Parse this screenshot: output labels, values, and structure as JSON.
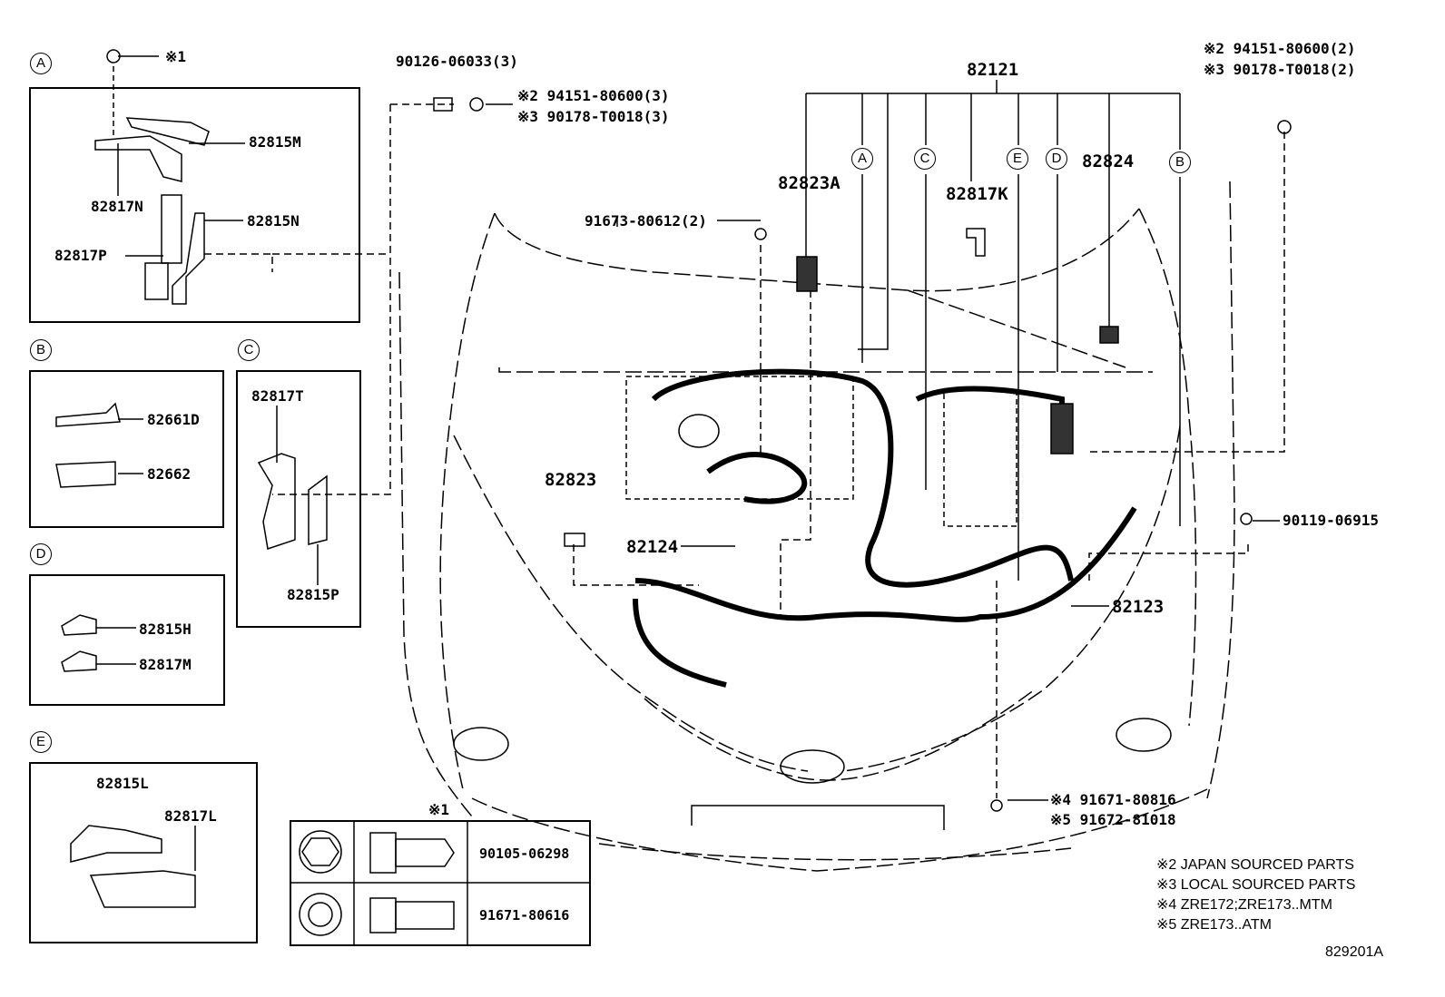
{
  "groups": {
    "A": "A",
    "B": "B",
    "C": "C",
    "D": "D",
    "E": "E"
  },
  "callouts": {
    "A": [
      "82815M",
      "82817N",
      "82815N",
      "82817P"
    ],
    "B": [
      "82661D",
      "82662"
    ],
    "C": [
      "82817T",
      "82815P"
    ],
    "D": [
      "82815H",
      "82817M"
    ],
    "E": [
      "82815L",
      "82817L"
    ]
  },
  "parts": {
    "p_82121": "82121",
    "p_82823A": "82823A",
    "p_82817K": "82817K",
    "p_82824": "82824",
    "p_82823": "82823",
    "p_82124": "82124",
    "p_82123": "82123",
    "screw_top": "90126-06033(3)",
    "nut_j": "※2 94151-80600(3)",
    "nut_l": "※3 90178-T0018(3)",
    "bolt_91673": "91673-80612(2)",
    "right_nut_j": "※2 94151-80600(2)",
    "right_nut_l": "※3 90178-T0018(2)",
    "bolt_90119": "90119-06915",
    "bolt_4": "※4 91671-80816",
    "bolt_5": "※5 91672-81018",
    "ref1": "※1"
  },
  "bolt_table": {
    "title": "※1",
    "rows": [
      "90105-06298",
      "91671-80616"
    ]
  },
  "notes": [
    "※2 JAPAN SOURCED PARTS",
    "※3 LOCAL SOURCED PARTS",
    "※4 ZRE172;ZRE173..MTM",
    "※5 ZRE173..ATM"
  ],
  "diagram_id": "829201A"
}
